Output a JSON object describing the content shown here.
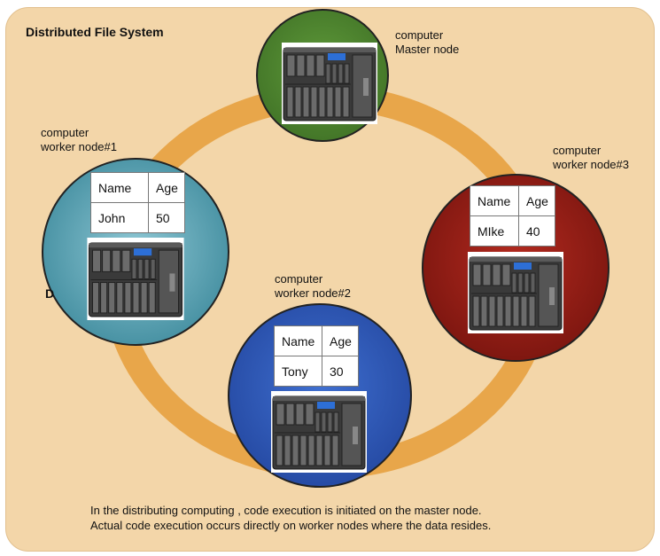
{
  "diagram": {
    "title": "Distributed File System",
    "master": {
      "line1": "computer",
      "line2": "Master node"
    },
    "worker1": {
      "line1": "computer",
      "line2": "worker node#1",
      "table": {
        "h1": "Name",
        "h2": "Age",
        "v1": "John",
        "v2": "50"
      }
    },
    "worker2": {
      "line1": "computer",
      "line2": "worker node#2",
      "table": {
        "h1": "Name",
        "h2": "Age",
        "v1": "Tony",
        "v2": "30"
      }
    },
    "worker3": {
      "line1": "computer",
      "line2": "worker node#3",
      "table": {
        "h1": "Name",
        "h2": "Age",
        "v1": "MIke",
        "v2": "40"
      }
    },
    "clipped_letter": "D",
    "caption": {
      "line1": "In the distributing computing , code execution is initiated on the master node.",
      "line2": "Actual code execution occurs directly on worker nodes where the data resides."
    }
  },
  "colors": {
    "background": "#f3d6a9",
    "ring": "#e8a64a",
    "master": "#4a7a2d",
    "worker1": "#3a8fa1",
    "worker2": "#2a4fa8",
    "worker3": "#8f1a12"
  }
}
